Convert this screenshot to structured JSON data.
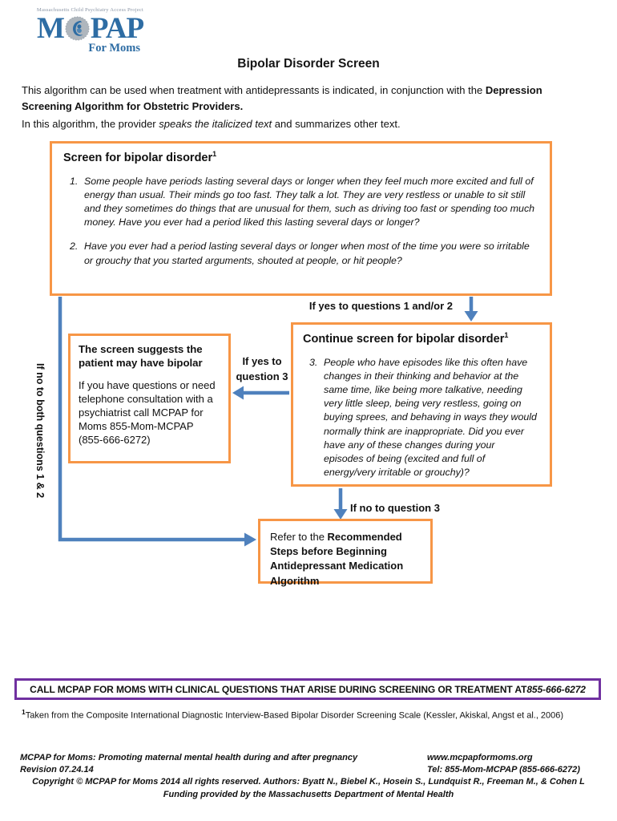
{
  "logo": {
    "tagline": "Massachusetts Child Psychiatry Access Project",
    "acronym_m": "M",
    "acronym_pap": "PAP",
    "subtitle": "For Moms"
  },
  "title": "Bipolar Disorder Screen",
  "intro": {
    "p1_normal": "This algorithm can be used when treatment with antidepressants is indicated, in conjunction with the ",
    "p1_bold": "Depression Screening Algorithm for Obstetric Providers.",
    "p2_start": "In this algorithm, the provider ",
    "p2_italic": "speaks the italicized text",
    "p2_end": " and summarizes other text."
  },
  "flowchart": {
    "screen_box": {
      "title": "Screen for bipolar disorder",
      "sup": "1",
      "q1_number": "1.",
      "q1": "Some people have periods lasting several days or longer when they feel much more excited and full of energy than usual. Their minds go too fast. They talk a lot. They are very restless or unable to sit still and they sometimes do things that are unusual for them, such as driving too fast or spending too much money. Have you ever had a period liked this lasting several days or longer?",
      "q2_number": "2.",
      "q2": "Have you ever had a period lasting several days or longer when most of the time you were so irritable or grouchy that you started arguments, shouted at people, or hit people?"
    },
    "label_yes_1_2": "If yes to questions 1 and/or 2",
    "continue_box": {
      "title": "Continue screen for bipolar disorder",
      "sup": "1",
      "q3_number": "3.",
      "q3": "People who have episodes like this often have changes in their thinking and behavior at the same time, like being more talkative, needing very little sleep, being very restless, going on buying sprees, and behaving in ways they would normally think are inappropriate. Did you ever have any of these changes during your episodes of being (excited and full of energy/very irritable or grouchy)?"
    },
    "label_yes_3": "If yes to question 3",
    "suggest_box": {
      "title": "The screen suggests the patient may have bipolar",
      "body": "If you have questions or need telephone consultation with a psychiatrist call MCPAP for Moms 855-Mom-MCPAP (855-666-6272)"
    },
    "label_no_3": "If no to question 3",
    "label_no_1_2": "If no to both questions 1 & 2",
    "refer_box": {
      "prefix": "Refer to the ",
      "bold": "Recommended Steps before Beginning Antidepressant Medication Algorithm"
    }
  },
  "banner": {
    "text": "CALL MCPAP FOR MOMS WITH CLINICAL QUESTIONS THAT ARISE DURING SCREENING OR TREATMENT AT ",
    "phone": "855-666-6272"
  },
  "footnote": {
    "marker": "1",
    "text": "Taken from the Composite International Diagnostic Interview-Based Bipolar Disorder Screening Scale (Kessler, Akiskal, Angst et al., 2006)"
  },
  "footer": {
    "left_line1": "MCPAP for Moms: Promoting maternal mental health during and after pregnancy",
    "left_line2": "Revision 07.24.14",
    "right_line1": "www.mcpapformoms.org",
    "right_line2": "Tel: 855-Mom-MCPAP (855-666-6272)",
    "copyright": "Copyright © MCPAP for Moms 2014 all rights reserved.  Authors: Byatt N., Biebel K.,  Hosein S., Lundquist R., Freeman M., & Cohen L",
    "funding": "Funding provided by the Massachusetts Department of Mental Health"
  },
  "colors": {
    "box_border_orange": "#F79646",
    "arrow_blue": "#4F81BD",
    "banner_border_purple": "#7030A0",
    "logo_blue": "#2E6DA4",
    "logo_gray": "#AFB6BD"
  }
}
